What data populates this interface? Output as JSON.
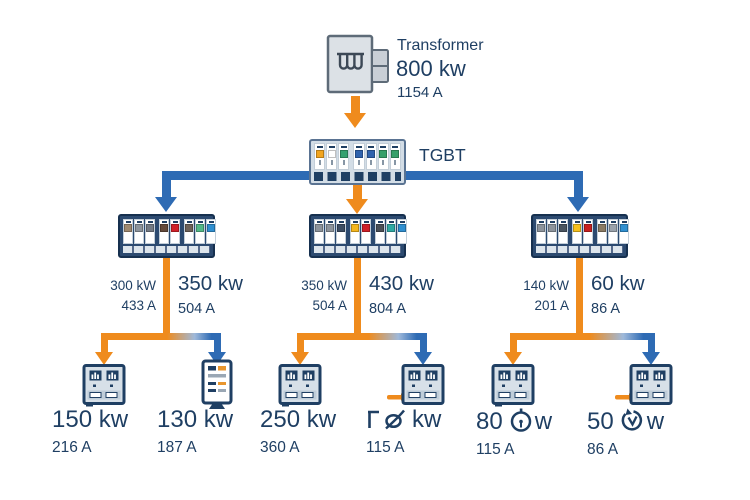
{
  "colors": {
    "navy_text": "#1F3F63",
    "orange_flow": "#EF8B1D",
    "blue_flow": "#2E6BB4",
    "panel_frame": "#2c4a70",
    "meter_fill": "#D7E0E8"
  },
  "transformer": {
    "label": "Transformer",
    "power": "800 kw",
    "current": "1154 A"
  },
  "tgbt": {
    "label": "TGBT",
    "modules": [
      "#F2A51F",
      "#FFFFFF",
      "#36A171",
      "#2F62AD",
      "#2F62AD",
      "#37A06A",
      "#37A06A"
    ]
  },
  "branches": [
    {
      "panel_modules": [
        "#A08A70",
        "#8D949C",
        "#737A84",
        "#64493A",
        "#D02028",
        "#6E6259",
        "#52B888",
        "#2F8FD0"
      ],
      "feeder_left": {
        "power": "300 kW",
        "current": "433 A"
      },
      "feeder_right": {
        "power": "350 kw",
        "current": "504 A"
      },
      "loads": [
        {
          "power": "150 kw",
          "current": "216 A",
          "meter_icon": "dual-display-power-meter"
        },
        {
          "power": "130 kw",
          "current": "187 A",
          "meter_icon": "tariff-meter"
        }
      ]
    },
    {
      "panel_modules": [
        "#8D949C",
        "#8D949C",
        "#3C4D63",
        "#F5B61D",
        "#D02028",
        "#4A4F57",
        "#2FA9A4",
        "#2F8FD0"
      ],
      "feeder_left": {
        "power": "350 kW",
        "current": "504 A"
      },
      "feeder_right": {
        "power": "430 kw",
        "current": "804 A"
      },
      "loads": [
        {
          "power": "250 kw",
          "current": "360 A",
          "meter_icon": "dual-display-power-meter"
        },
        {
          "power": "",
          "power_unit": "kw",
          "current": "115 A",
          "power_glyph": "morphing-digits",
          "meter_icon": "power-meter-with-cable"
        }
      ]
    },
    {
      "panel_modules": [
        "#8D949C",
        "#8D949C",
        "#4A5560",
        "#F5C01D",
        "#C8201F",
        "#8A7A63",
        "#9AA2AB",
        "#2F8FD0"
      ],
      "feeder_left": {
        "power": "140 kW",
        "current": "201 A"
      },
      "feeder_right": {
        "power": "60 kw",
        "current": "86 A"
      },
      "loads": [
        {
          "power": "80",
          "power_unit": "w",
          "current": "115 A",
          "power_glyph": "clock",
          "meter_icon": "dual-display-power-meter"
        },
        {
          "power": "50",
          "power_unit": "w",
          "current": "86 A",
          "power_glyph": "rotating-arrow",
          "meter_icon": "power-meter-with-cable"
        }
      ]
    }
  ]
}
